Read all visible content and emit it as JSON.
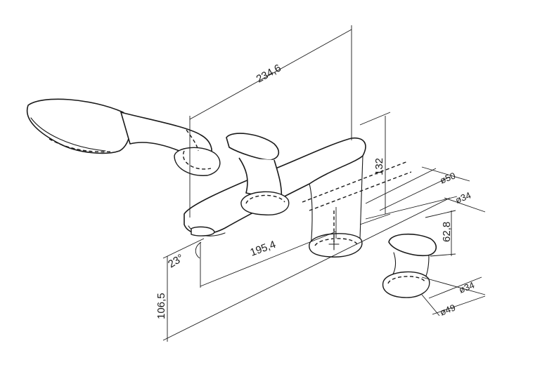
{
  "dimensions": {
    "total_length": "234,6",
    "height_spout": "132",
    "spout_reach": "195,4",
    "angle": "23°",
    "base_height": "106,5",
    "handle_height": "62,8",
    "diameter_body_outer": "ø50",
    "diameter_body_inner": "ø34",
    "diameter_handle_inner": "ø34",
    "diameter_handle_outer": "ø49"
  }
}
